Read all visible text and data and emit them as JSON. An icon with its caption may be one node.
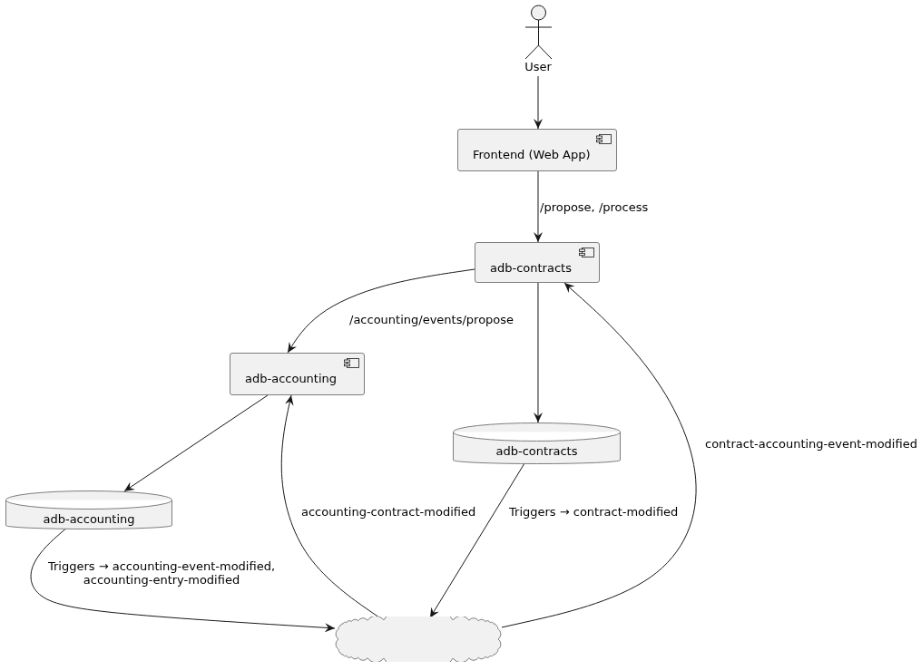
{
  "diagram": {
    "nodes": [
      {
        "text": [
          "User"
        ]
      },
      {
        "text": [
          "Frontend (Web App)"
        ]
      },
      {
        "text": [
          "adb-contracts"
        ]
      },
      {
        "text": [
          "adb-accounting"
        ]
      },
      {
        "text": [
          "adb-contracts"
        ]
      },
      {
        "text": [
          "adb-accounting"
        ]
      },
      {
        "text": [],
        "shape": "cloud"
      }
    ],
    "edges": [
      {
        "from": 0,
        "to": 1,
        "arrow": "to"
      },
      {
        "from": 1,
        "to": 2,
        "arrow": "to",
        "label": "/propose, /process"
      },
      {
        "from": 2,
        "to": 3,
        "arrow": "to",
        "label": "/accounting/events/propose"
      },
      {
        "from": 2,
        "to": 4,
        "arrow": "to"
      },
      {
        "from": 3,
        "to": 5,
        "arrow": "to"
      },
      {
        "from": 5,
        "to": 6,
        "arrow": "to",
        "label": "Triggers → accounting-event-modified, accounting-entry-modified"
      },
      {
        "from": 4,
        "to": 6,
        "arrow": "to",
        "label": "Triggers → contract-modified"
      },
      {
        "from": 6,
        "to": 3,
        "arrow": "to",
        "label": "accounting-contract-modified"
      },
      {
        "from": 6,
        "to": 2,
        "arrow": "to",
        "label": "contract-accounting-event-modified"
      }
    ]
  }
}
